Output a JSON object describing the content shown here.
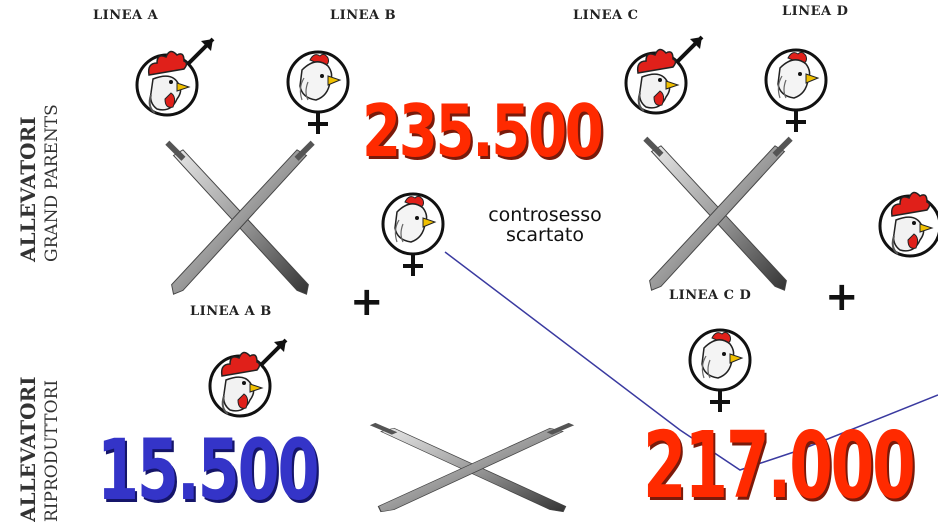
{
  "side_labels": {
    "top": {
      "line1": "ALLEVATORI",
      "line2": "GRAND PARENTS"
    },
    "bottom": {
      "line1": "ALLEVATORI",
      "line2": "RIPRODUTTORI"
    }
  },
  "lines": {
    "a": "LINEA A",
    "b": "LINEA B",
    "c": "LINEA C",
    "d": "LINEA D",
    "ab": "LINEA A B",
    "cd": "LINEA C D"
  },
  "numbers": {
    "top_center": "235.500",
    "bottom_left": "15.500",
    "bottom_right": "217.000"
  },
  "discarded_note": {
    "line1": "controsesso",
    "line2": "scartato"
  },
  "plus_signs": {
    "left": "+",
    "right": "+"
  },
  "colors": {
    "red": "#ff2a00",
    "blue": "#3434c8",
    "link": "#3a3aa0"
  },
  "icons": [
    "rooster-icon",
    "hen-icon",
    "male-symbol-icon",
    "female-symbol-icon",
    "cross-swords-icon"
  ]
}
